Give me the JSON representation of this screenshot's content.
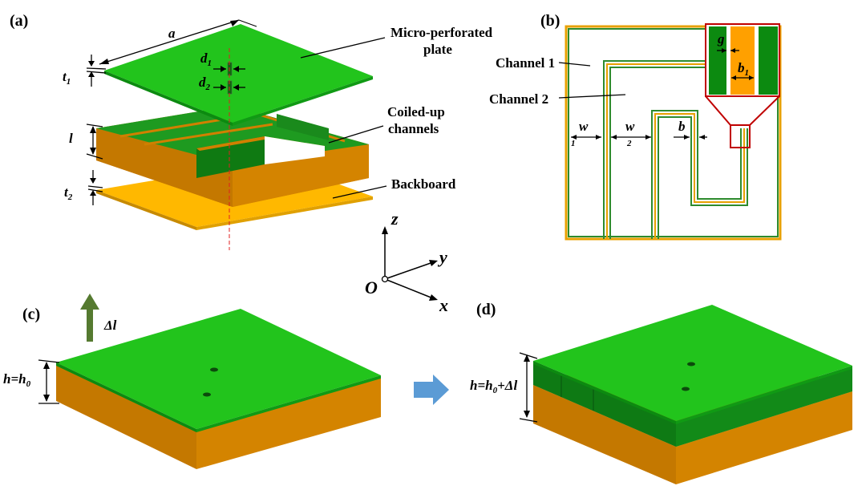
{
  "panels": {
    "a": "(a)",
    "b": "(b)",
    "c": "(c)",
    "d": "(d)"
  },
  "callouts": {
    "plate_line1": "Micro-perforated",
    "plate_line2": "plate",
    "coiled_line1": "Coiled-up",
    "coiled_line2": "channels",
    "backboard": "Backboard",
    "channel1": "Channel 1",
    "channel2": "Channel 2"
  },
  "dimensions": {
    "a": "a",
    "t1": "t",
    "t1_sub": "1",
    "t2": "t",
    "t2_sub": "2",
    "l": "l",
    "d1": "d",
    "d1_sub": "1",
    "d2": "d",
    "d2_sub": "2",
    "w1": "w",
    "w1_sub": "1",
    "w2": "w",
    "w2_sub": "2",
    "b": "b",
    "g": "g",
    "b1": "b",
    "b1_sub": "1",
    "h_c": "h=h",
    "h_c_sub": "0",
    "h_d": "h=h",
    "h_d_sub": "0",
    "h_d_tail": "+Δl",
    "delta_l": "Δl"
  },
  "axes": {
    "z": "z",
    "y": "y",
    "x": "x",
    "origin": "O"
  },
  "colors": {
    "plate_green": "#22c41c",
    "plate_dark": "#0c8a10",
    "wall_green": "#10801a",
    "body_orange": "#d08000",
    "body_dark": "#b06a00",
    "backboard_yellow": "#ffb800",
    "arrow_up": "#557a30",
    "arrow_right": "#5b9bd5",
    "inset_red": "#c00000"
  }
}
